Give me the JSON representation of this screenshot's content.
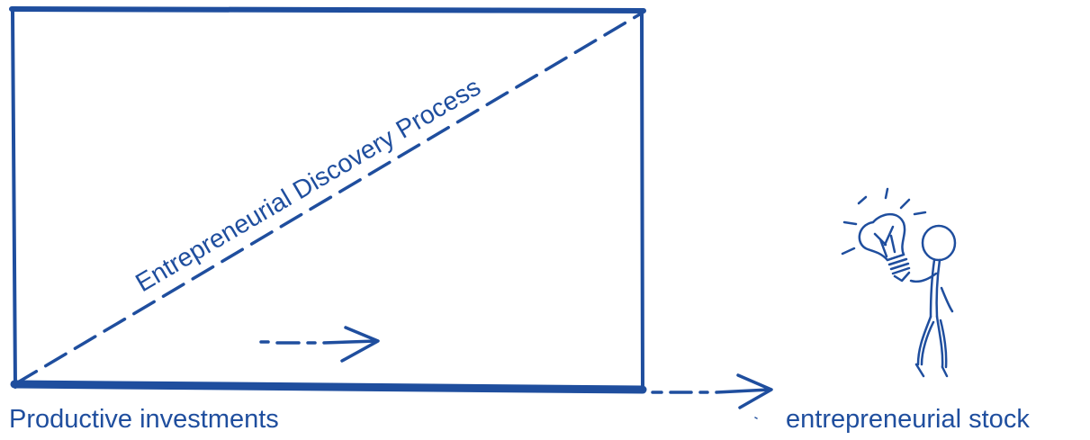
{
  "diagram": {
    "color": "#1f4e9e",
    "diagonal_label": "Entrepreneurial Discovery Process",
    "left_caption": "Productive investments",
    "right_caption": "entrepreneurial stock",
    "icons": [
      "dashed-arrow-icon",
      "lightbulb-icon",
      "stick-figure-icon"
    ]
  }
}
